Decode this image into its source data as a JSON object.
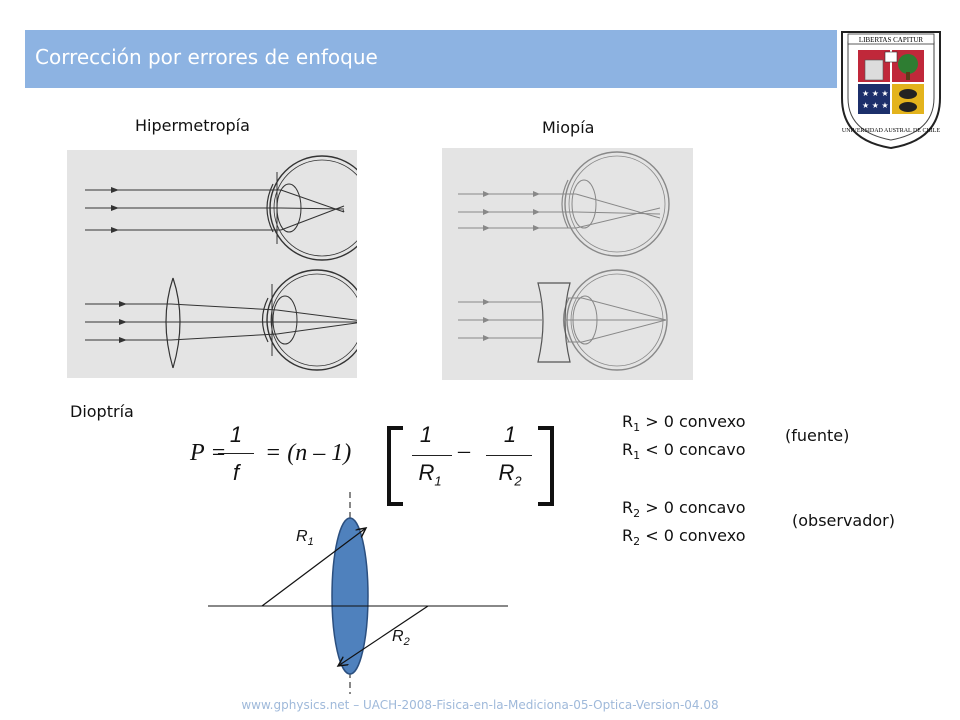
{
  "header": {
    "title": "Corrección por errores de enfoque"
  },
  "crest": {
    "motto": "LIBERTAS CAPITUR",
    "ring_text": "UNIVERSIDAD AUSTRAL DE CHILE"
  },
  "panels": {
    "hipermetropia_label": "Hipermetropía",
    "miopia_label": "Miopía"
  },
  "formula": {
    "section_label": "Dioptría",
    "p": "P =",
    "one": "1",
    "f": "f",
    "mid": "= (n – 1)",
    "one_r1": "1",
    "r1": "R",
    "minus": "–",
    "one_r2": "1",
    "r2": "R",
    "sub1": "1",
    "sub2": "2"
  },
  "conditions": [
    {
      "r": "R",
      "sub": "1",
      "text": " > 0 convexo"
    },
    {
      "r": "R",
      "sub": "1",
      "text": " < 0 concavo"
    },
    {
      "r": "R",
      "sub": "2",
      "text": " > 0 concavo"
    },
    {
      "r": "R",
      "sub": "2",
      "text": " < 0 convexo"
    }
  ],
  "notes": {
    "fuente": "(fuente)",
    "observador": "(observador)"
  },
  "lens_labels": {
    "r1": "R",
    "r1_sub": "1",
    "r2": "R",
    "r2_sub": "2"
  },
  "footer": "www.gphysics.net – UACH-2008-Fisica-en-la-Mediciona-05-Optica-Version-04.08",
  "colors": {
    "title_bar": "#8db3e2",
    "lens_fill": "#4f81bd",
    "footer_text": "#9fb9da"
  }
}
